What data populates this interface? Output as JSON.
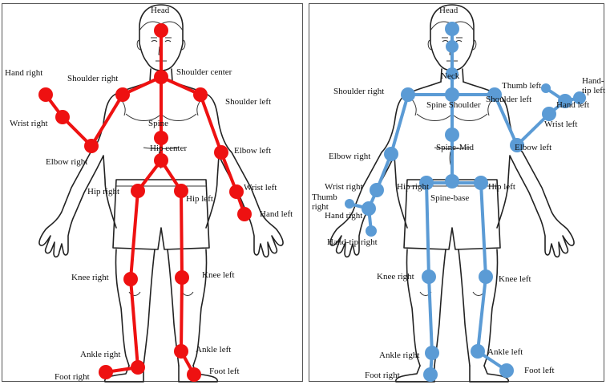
{
  "colors": {
    "red_skeleton": "#ee1111",
    "blue_skeleton": "#5b9bd5",
    "panel_border": "#555555"
  },
  "left": {
    "labels": {
      "head": "Head",
      "hand_right": "Hand right",
      "shoulder_right": "Shoulder right",
      "shoulder_center": "Shoulder center",
      "shoulder_left": "Shoulder left",
      "wrist_right": "Wrist right",
      "spine": "Spine",
      "hip_center": "Hip center",
      "elbow_right": "Elbow right",
      "elbow_left": "Elbow left",
      "hip_right": "Hip right",
      "hip_left": "Hip left",
      "wrist_left": "Wrist left",
      "hand_left": "Hand  left",
      "knee_right": "Knee right",
      "knee_left": "Knee left",
      "ankle_right": "Ankle right",
      "ankle_left": "Ankle left",
      "foot_right": "Foot right",
      "foot_left": "Foot left"
    }
  },
  "right": {
    "labels": {
      "head": "Head",
      "neck": "Neck",
      "thumb_left": "Thumb left",
      "hand_tip_left_1": "Hand-",
      "hand_tip_left_2": "tip left",
      "shoulder_right": "Shoulder right",
      "spine_shoulder": "Spine Shoulder",
      "shoulder_left": "Shoulder left",
      "hand_left": "Hand left",
      "wrist_left": "Wrist left",
      "spine_mid": "Spine-Mid",
      "elbow_right": "Elbow right",
      "elbow_left": "Elbow left",
      "wrist_right": "Wrist right",
      "hip_right": "Hip right",
      "spine_base": "Spine-base",
      "hip_left": "Hip left",
      "thumb_right_1": "Thumb",
      "thumb_right_2": "right",
      "hand_right": "Hand right",
      "hand_tip_right": "Hand-tip right",
      "knee_right": "Knee right",
      "knee_left": "Knee left",
      "ankle_right": "Ankle right",
      "ankle_left": "Ankle left",
      "foot_right": "Foot right",
      "foot_left": "Foot left"
    }
  }
}
